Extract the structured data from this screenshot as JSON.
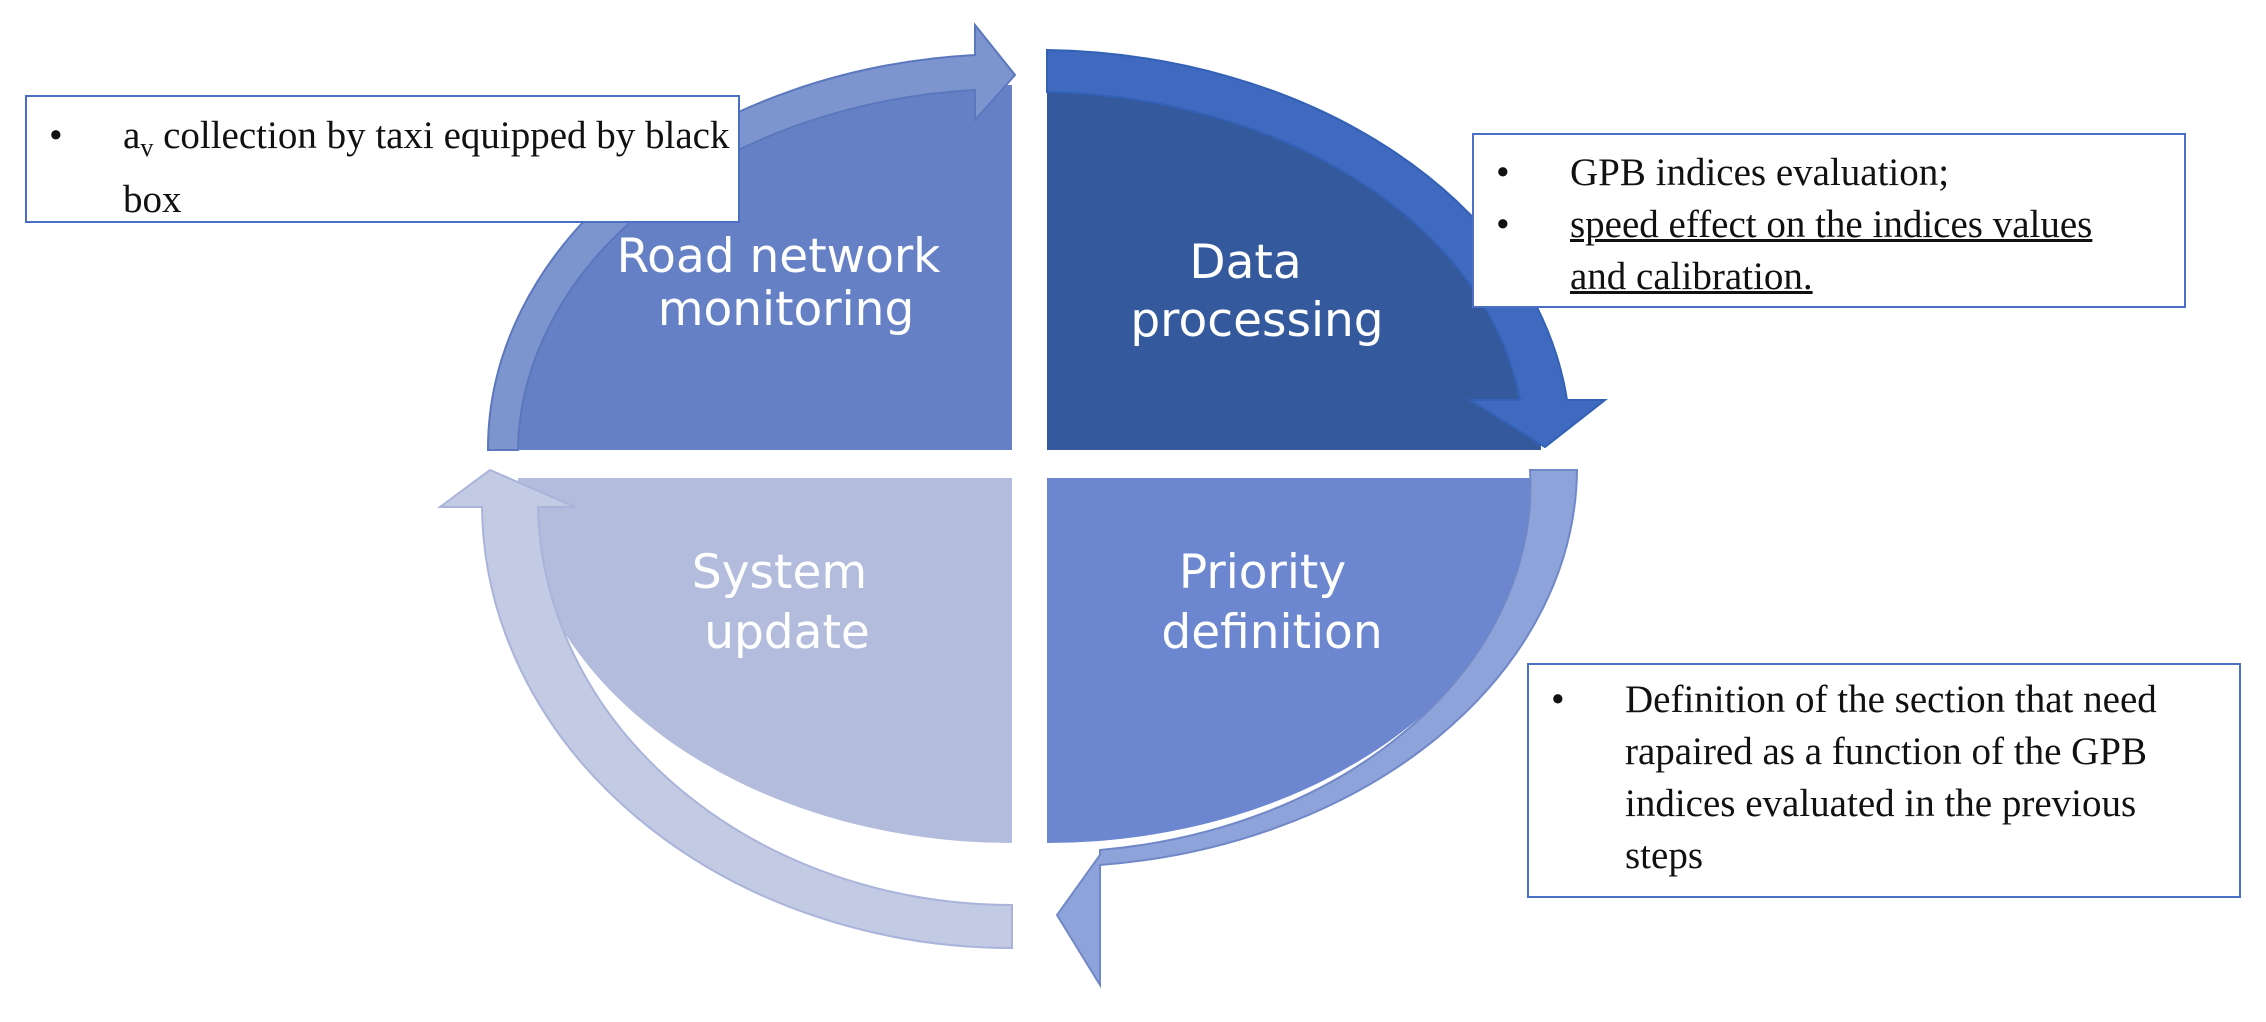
{
  "quadrants": {
    "top_left": {
      "line1": "Road network",
      "line2": "monitoring"
    },
    "top_right": {
      "line1": "Data",
      "line2": "processing"
    },
    "bottom_right": {
      "line1": "Priority",
      "line2": "definition"
    },
    "bottom_left": {
      "line1": "System",
      "line2": "update"
    }
  },
  "notes": {
    "monitoring": {
      "bullet": "•",
      "var": "a",
      "var_sub": "v",
      "text": " collection by taxi equipped by black box"
    },
    "processing": {
      "bullet": "•",
      "items": [
        "GPB indices evaluation;",
        "speed effect on the indices values and calibration."
      ]
    },
    "priority": {
      "bullet": "•",
      "text": "Definition of the section that need rapaired as a function of the GPB indices evaluated in the previous steps"
    }
  },
  "colors": {
    "top_left": "#6580c4",
    "top_right": "#34599d",
    "bottom_right": "#6c87cf",
    "bottom_left": "#b3bcdc",
    "box_border": "#4a6fc4"
  }
}
